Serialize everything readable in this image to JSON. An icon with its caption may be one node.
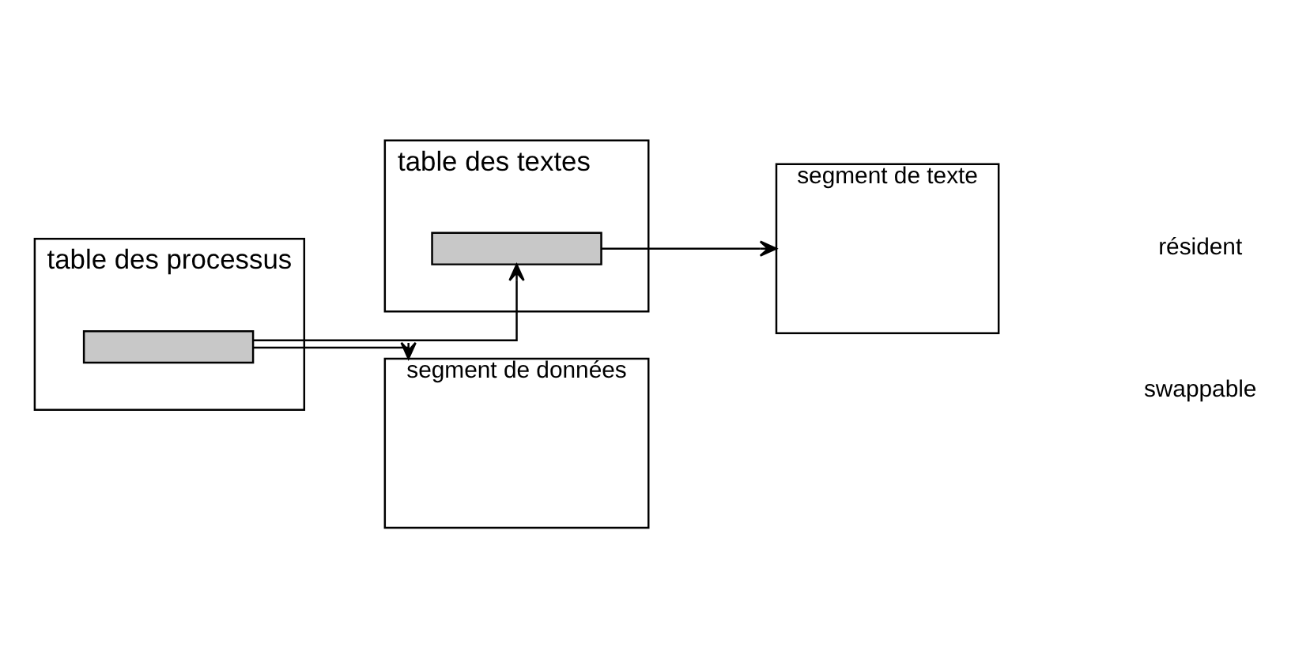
{
  "diagram": {
    "nodes": [
      {
        "text": [
          "table des processus"
        ]
      },
      {
        "text": [],
        "shape": "bar",
        "in": 0
      },
      {
        "text": [
          "table des textes"
        ]
      },
      {
        "text": [],
        "shape": "bar",
        "in": 2
      },
      {
        "text": [
          "segment de données"
        ]
      },
      {
        "text": [
          "segment de texte"
        ]
      }
    ],
    "edges": [
      {
        "from": 1,
        "to": 3,
        "arrow": "to"
      },
      {
        "from": 1,
        "to": 4,
        "arrow": "to"
      },
      {
        "from": 3,
        "to": 5,
        "arrow": "to"
      }
    ],
    "labels": [
      "résident",
      "swappable"
    ]
  }
}
